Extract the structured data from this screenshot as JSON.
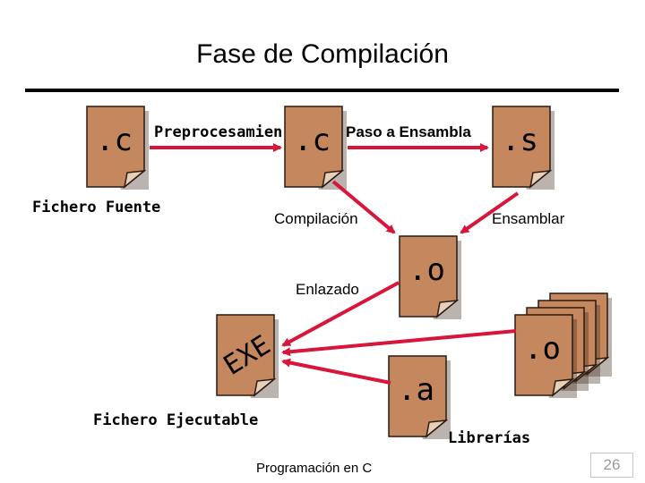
{
  "slide": {
    "title": "Fase de Compilación",
    "footer": "Programación en C",
    "page_number": "26"
  },
  "files": {
    "source_ext": ".c",
    "preprocessed_ext": ".c",
    "assembly_ext": ".s",
    "object_ext": ".o",
    "archive_ext": ".a",
    "library_object_ext": ".o",
    "executable_text": "EXE"
  },
  "labels": {
    "source_file": "Fichero Fuente",
    "preprocess": "Preprocesamien",
    "to_assembler": "Paso a Ensambla",
    "compile": "Compilación",
    "assemble": "Ensamblar",
    "link": "Enlazado",
    "executable_file": "Fichero Ejecutable",
    "libraries": "Librerías"
  },
  "colors": {
    "page_fill": "#c4875e",
    "page_shadow": "#3a2418",
    "arrow": "#d8153a",
    "rule": "#000000"
  }
}
